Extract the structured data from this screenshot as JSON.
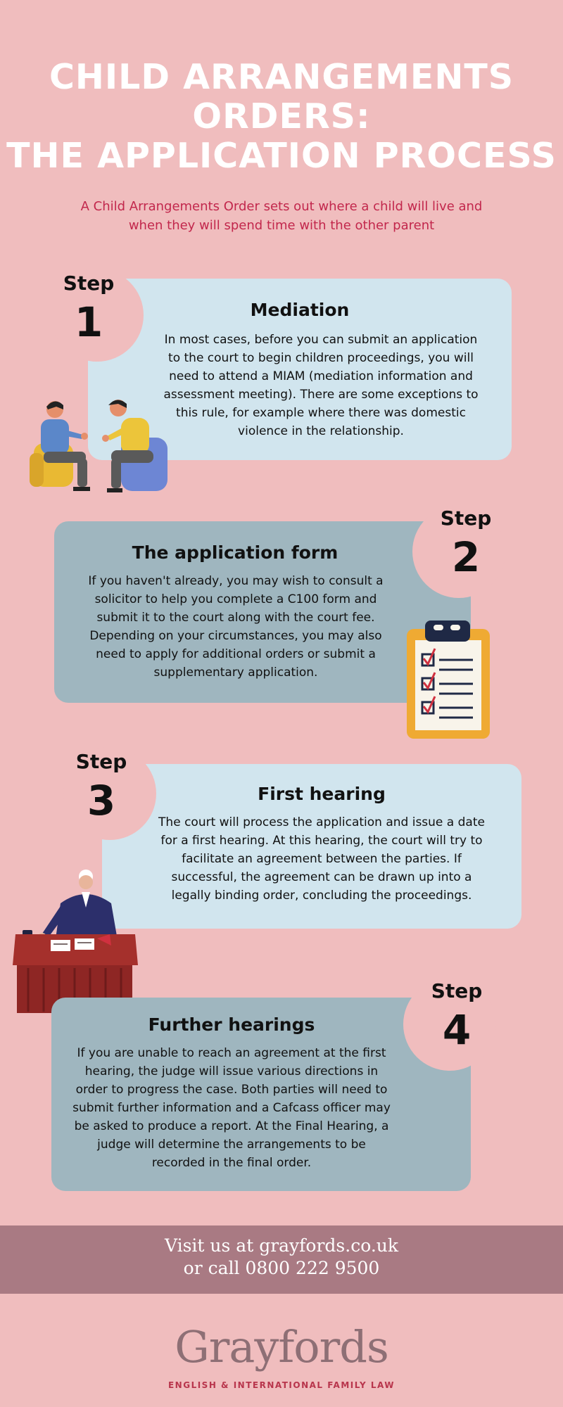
{
  "title_lines": [
    "CHILD ARRANGEMENTS",
    "ORDERS:",
    "THE APPLICATION PROCESS"
  ],
  "subtitle": "A Child Arrangements Order sets out where a child will live and when they will spend time with the other parent",
  "steps": [
    {
      "step_word": "Step",
      "number": "1",
      "heading": "Mediation",
      "body": "In most cases, before you can submit an application to the court to begin children proceedings, you will need to attend a MIAM (mediation information and assessment meeting). There are some exceptions to this rule, for example where there was domestic violence in the relationship."
    },
    {
      "step_word": "Step",
      "number": "2",
      "heading": "The application form",
      "body": "If you haven't already, you may wish to consult a solicitor to help you complete a C100 form and submit it to the court along with the court fee. Depending on your circumstances, you may also need to apply for additional orders or submit a supplementary application."
    },
    {
      "step_word": "Step",
      "number": "3",
      "heading": "First hearing",
      "body": "The court will process the application and issue a date for a first hearing. At this hearing, the court will try to facilitate an agreement between the parties. If successful, the agreement can be drawn up into a legally binding order, concluding the proceedings."
    },
    {
      "step_word": "Step",
      "number": "4",
      "heading": "Further hearings",
      "body": "If you are unable to reach an agreement at the first hearing, the judge will issue various directions in order to progress the case. Both parties will need to submit further information and a Cafcass officer may be asked to produce a report. At the Final Hearing, a judge will determine the arrangements to be recorded in the final order."
    }
  ],
  "footer": {
    "line1": "Visit us at grayfords.co.uk",
    "line2": "or call 0800 222 9500"
  },
  "brand": {
    "logo": "Grayfords",
    "tagline": "ENGLISH & INTERNATIONAL FAMILY LAW"
  },
  "colors": {
    "background": "#f0bdbe",
    "card_light": "#d1e5ee",
    "card_dark": "#9fb6bf",
    "subtitle": "#c2274c",
    "footer_band": "#a97a83"
  },
  "icons": [
    "mediation-people-illustration",
    "clipboard-checklist-icon",
    "judge-illustration"
  ]
}
